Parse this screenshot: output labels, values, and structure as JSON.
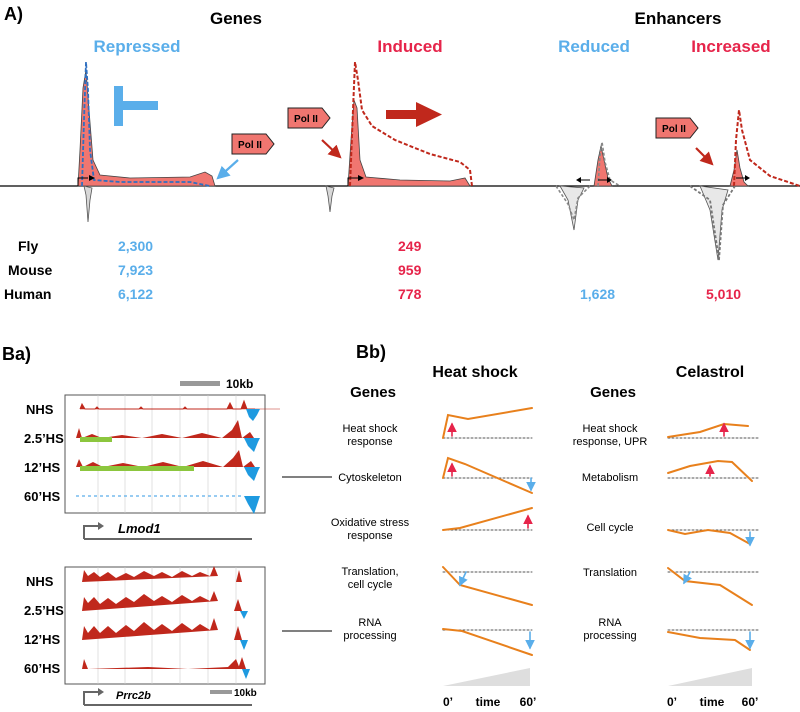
{
  "panel_a": {
    "label": "A)",
    "genes_title": "Genes",
    "enhancers_title": "Enhancers",
    "repressed": "Repressed",
    "induced": "Induced",
    "reduced": "Reduced",
    "increased": "Increased",
    "pol_label": "Pol II",
    "species": [
      "Fly",
      "Mouse",
      "Human"
    ],
    "repressed_counts": [
      "2,300",
      "7,923",
      "6,122"
    ],
    "induced_counts": [
      "249",
      "959",
      "778"
    ],
    "reduced_count": "1,628",
    "increased_count": "5,010",
    "colors": {
      "blue": "#5aaeea",
      "red": "#e6244a",
      "salmon": "#f07670",
      "darkred": "#c0281c"
    }
  },
  "panel_ba": {
    "label": "Ba)",
    "scale_label": "10kb",
    "track_labels": [
      "NHS",
      "2.5’HS",
      "12’HS",
      "60’HS"
    ],
    "gene1": "Lmod1",
    "gene2": "Prrc2b",
    "scale_label_2": "10kb"
  },
  "panel_bb": {
    "label": "Bb)",
    "heat_title": "Heat shock",
    "celastrol_title": "Celastrol",
    "genes_header": "Genes",
    "heat_categories": [
      "Heat shock\nresponse",
      "Cytoskeleton",
      "Oxidative stress\nresponse",
      "Translation,\ncell cycle",
      "RNA\nprocessing"
    ],
    "celastrol_categories": [
      "Heat shock\nresponse, UPR",
      "Metabolism",
      "Cell cycle",
      "Translation",
      "RNA\nprocessing"
    ],
    "time_start": "0’",
    "time_label": "time",
    "time_end": "60’"
  }
}
